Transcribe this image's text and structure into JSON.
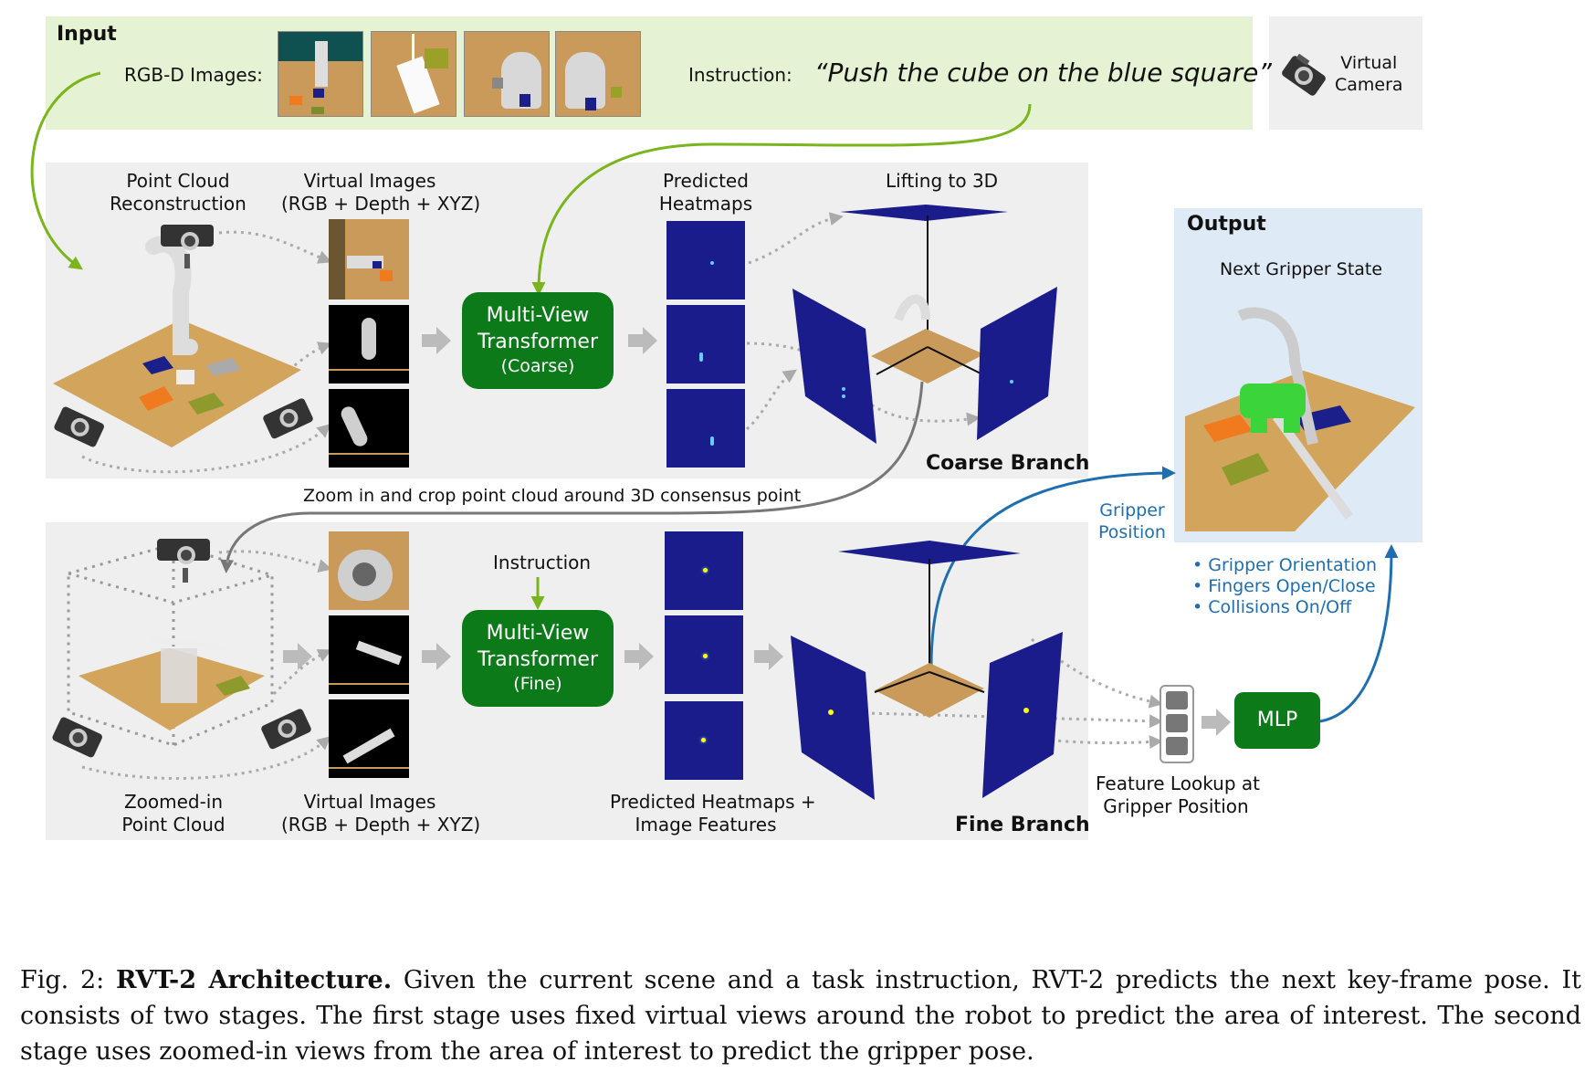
{
  "input": {
    "title": "Input",
    "rgbd_label": "RGB-D Images:",
    "instruction_label": "Instruction:",
    "instruction_text": "“Push the cube on the blue square”"
  },
  "virtual_camera": "Virtual\nCamera",
  "coarse": {
    "point_cloud_label": "Point Cloud\nReconstruction",
    "virtual_images_label": "Virtual Images\n(RGB + Depth + XYZ)",
    "predicted_heatmaps_label": "Predicted\nHeatmaps",
    "lifting_label": "Lifting to 3D",
    "mvt_title": "Multi-View\nTransformer",
    "mvt_sub": "(Coarse)",
    "branch_label": "Coarse Branch"
  },
  "zoom_text": "Zoom in and crop point cloud around 3D consensus point",
  "fine": {
    "instruction_label": "Instruction",
    "mvt_title": "Multi-View\nTransformer",
    "mvt_sub": "(Fine)",
    "zoomed_label": "Zoomed-in\nPoint Cloud",
    "virtual_images_label": "Virtual Images\n(RGB + Depth + XYZ)",
    "heatmaps_label": "Predicted Heatmaps +\nImage Features",
    "branch_label": "Fine Branch",
    "feature_lookup_label": "Feature Lookup at\nGripper Position",
    "mlp_label": "MLP"
  },
  "output": {
    "title": "Output",
    "next_state_label": "Next Gripper State",
    "gripper_position_label": "Gripper\nPosition",
    "bullets": [
      "• Gripper Orientation",
      "• Fingers Open/Close",
      "• Collisions On/Off"
    ]
  },
  "caption": {
    "prefix": "Fig. 2: ",
    "title": "RVT-2 Architecture.",
    "body": " Given the current scene and a task instruction, RVT-2 predicts the next key-frame pose. It consists of two stages. The first stage uses fixed virtual views around the robot to predict the area of interest. The second stage uses zoomed-in views from the area of interest to predict the gripper pose."
  },
  "colors": {
    "input_bg": "#e6f2d4",
    "branch_bg": "#efefef",
    "output_bg": "#deeaf5",
    "mvt_green": "#0d7a1a",
    "arrow_green": "#7ab51d",
    "heatmap_blue": "#1a1c8c",
    "accent_blue": "#1f6fb0"
  }
}
